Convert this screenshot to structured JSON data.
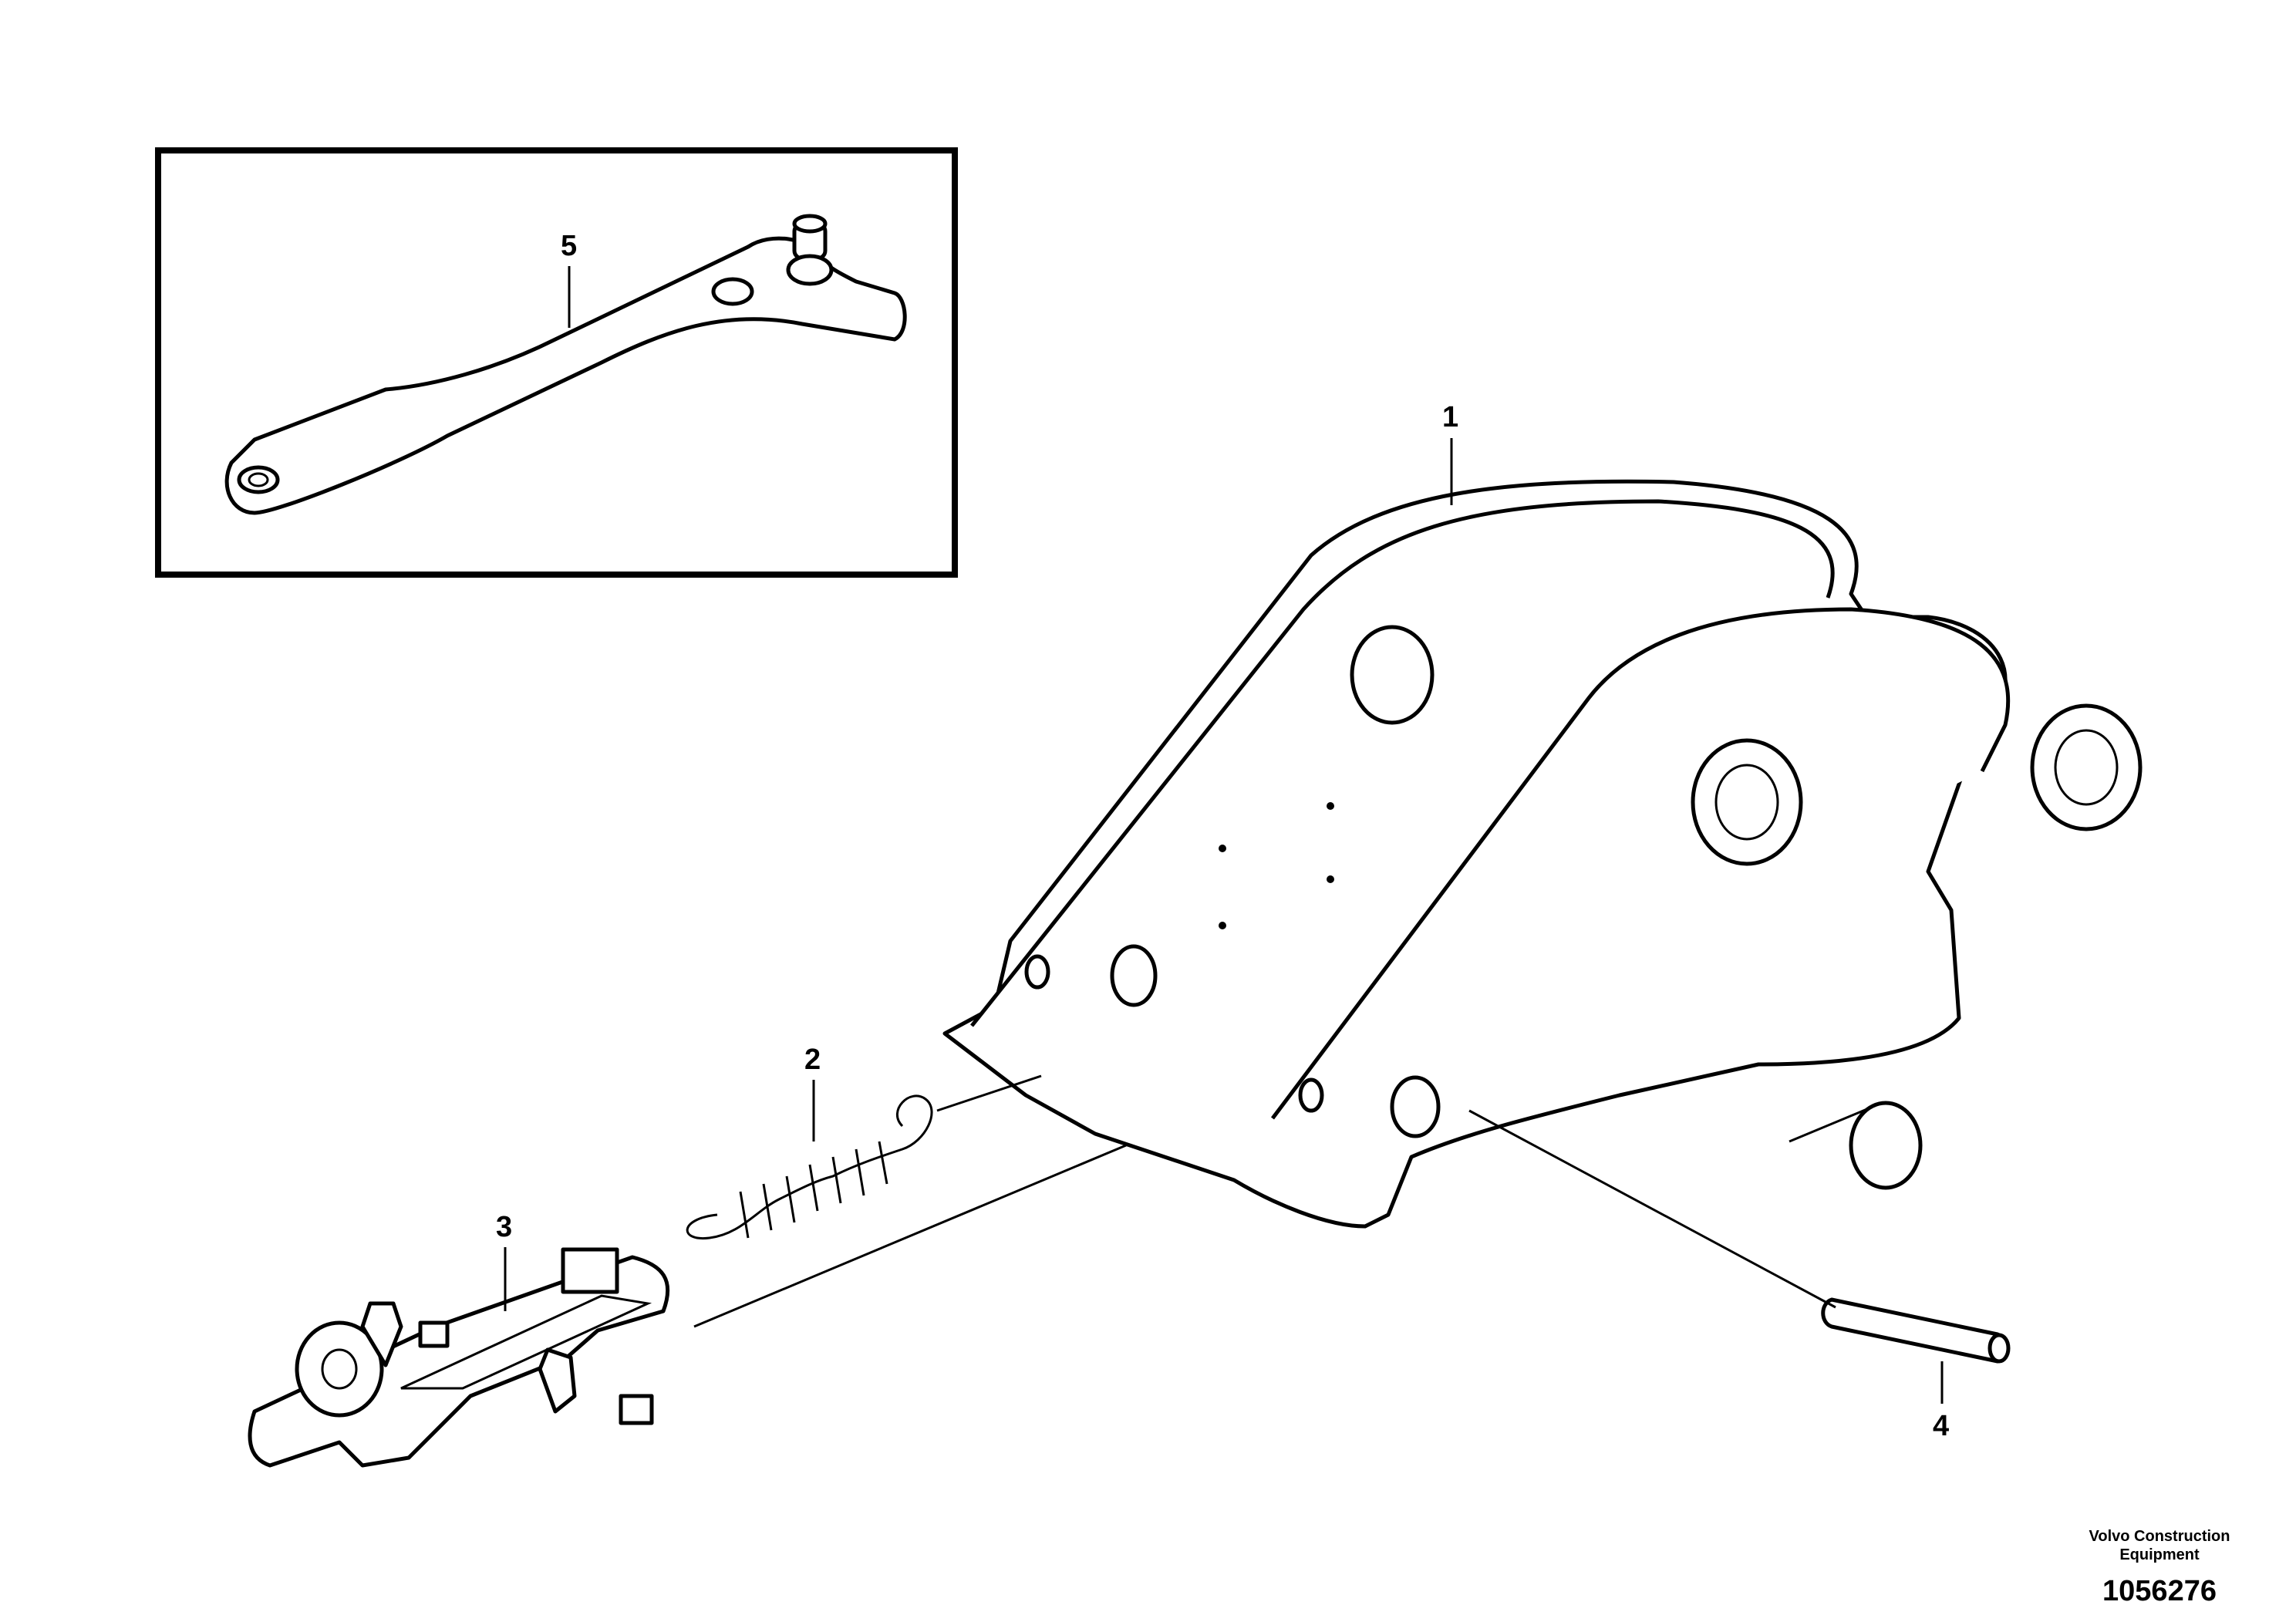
{
  "callouts": {
    "c1": "1",
    "c2": "2",
    "c3": "3",
    "c4": "4",
    "c5": "5"
  },
  "credit": {
    "line1": "Volvo Construction",
    "line2": "Equipment"
  },
  "figure_number": "1056276"
}
